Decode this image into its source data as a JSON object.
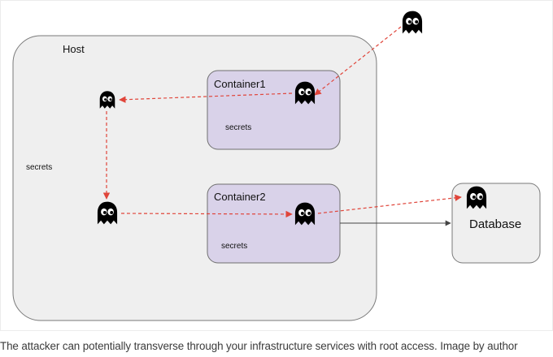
{
  "diagram": {
    "host": {
      "label": "Host",
      "secrets": "secrets"
    },
    "container1": {
      "label": "Container1",
      "secrets": "secrets"
    },
    "container2": {
      "label": "Container2",
      "secrets": "secrets"
    },
    "database": {
      "label": "Database"
    },
    "icons": [
      "ghost-icon"
    ],
    "colors": {
      "host_fill": "#efefef",
      "container_fill": "#d9d2e9",
      "attack_path": "#e0453a",
      "connection": "#444444"
    }
  },
  "caption": "The attacker can potentially transverse through your infrastructure services with root access. Image by author"
}
